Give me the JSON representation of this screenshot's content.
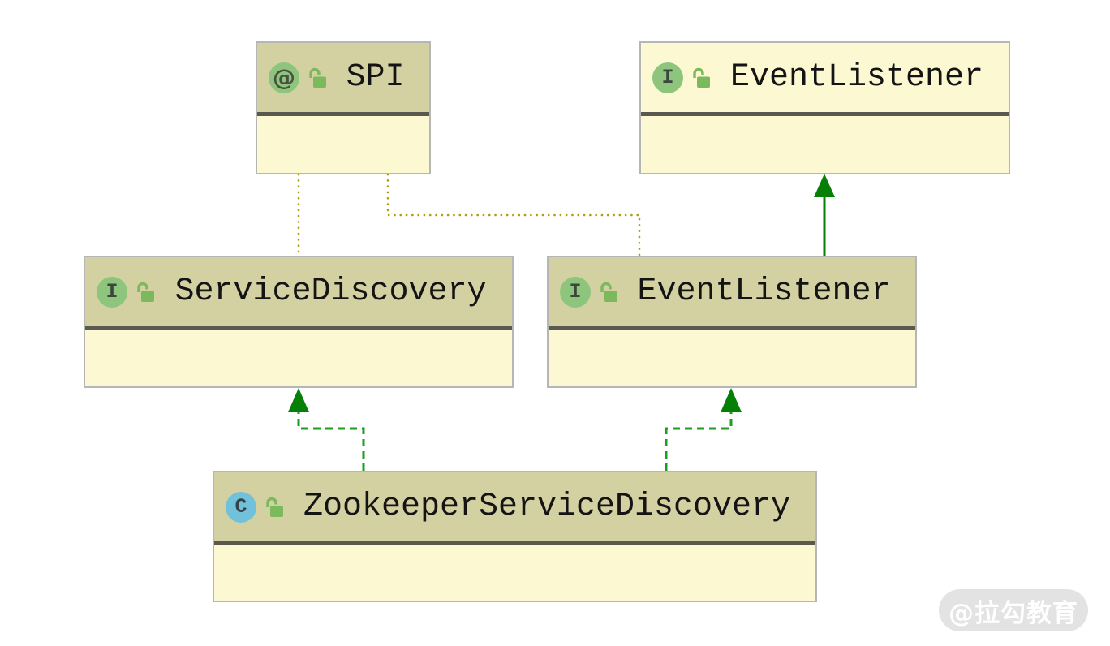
{
  "diagram_type": "uml-class-diagram",
  "nodes": [
    {
      "id": "spi",
      "badge": "@",
      "badge_type": "annotation",
      "label": "SPI",
      "visibility_icon": "unlocked"
    },
    {
      "id": "event-listener-top",
      "badge": "I",
      "badge_type": "interface",
      "label": "EventListener",
      "visibility_icon": "unlocked"
    },
    {
      "id": "service-discovery",
      "badge": "I",
      "badge_type": "interface",
      "label": "ServiceDiscovery",
      "visibility_icon": "unlocked"
    },
    {
      "id": "event-listener-mid",
      "badge": "I",
      "badge_type": "interface",
      "label": "EventListener",
      "visibility_icon": "unlocked"
    },
    {
      "id": "zookeeper-service-discovery",
      "badge": "C",
      "badge_type": "class",
      "label": "ZookeeperServiceDiscovery",
      "visibility_icon": "unlocked"
    }
  ],
  "edges": [
    {
      "from": "ServiceDiscovery",
      "to": "SPI",
      "type": "annotated-with",
      "style": "dotted"
    },
    {
      "from": "EventListener (mid)",
      "to": "SPI",
      "type": "annotated-with",
      "style": "dotted"
    },
    {
      "from": "EventListener (mid)",
      "to": "EventListener (top)",
      "type": "extends",
      "style": "solid-arrow"
    },
    {
      "from": "ZookeeperServiceDiscovery",
      "to": "ServiceDiscovery",
      "type": "implements",
      "style": "dashed-arrow"
    },
    {
      "from": "ZookeeperServiceDiscovery",
      "to": "EventListener (mid)",
      "type": "implements",
      "style": "dashed-arrow"
    }
  ],
  "colors": {
    "header_khaki": "#d3d0a2",
    "header_pale": "#fbf8d2",
    "body_yellow": "#fbf8d2",
    "separator": "#59594f",
    "node_border": "#b6b6b6",
    "annotation_edge": "#ad9c14",
    "extends_green": "#067f06",
    "implements_green": "#229b22",
    "badge_green": "#8dc57d",
    "badge_blue": "#72c1db",
    "lock_green": "#7cb95c"
  },
  "watermark": {
    "text": "@拉勾教育"
  }
}
